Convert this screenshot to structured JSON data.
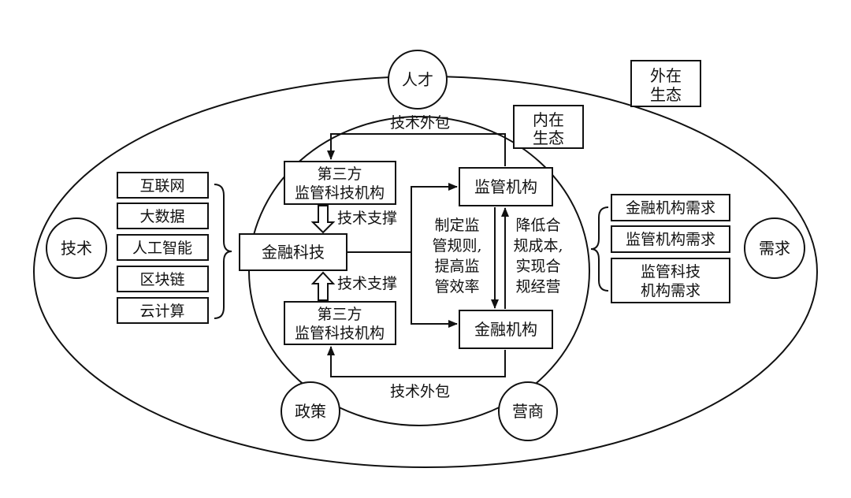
{
  "outer_ecosystem_label": [
    "外在",
    "生态"
  ],
  "inner_ecosystem_label": [
    "内在",
    "生态"
  ],
  "factors": {
    "talent": "人才",
    "technology": "技术",
    "demand": "需求",
    "policy": "政策",
    "business": "营商"
  },
  "tech_items": [
    "互联网",
    "大数据",
    "人工智能",
    "区块链",
    "云计算"
  ],
  "demand_items": [
    "金融机构需求",
    "监管机构需求",
    [
      "监管科技",
      "机构需求"
    ]
  ],
  "center": "金融科技",
  "third_party_top": [
    "第三方",
    "监管科技机构"
  ],
  "third_party_bottom": [
    "第三方",
    "监管科技机构"
  ],
  "regulator": "监管机构",
  "financial_institution": "金融机构",
  "tech_support_top": "技术支撑",
  "tech_support_bottom": "技术支撑",
  "outsourcing_top": "技术外包",
  "outsourcing_bottom": "技术外包",
  "regulator_to_fi_text": [
    "制定监",
    "管规则,",
    "提高监",
    "管效率"
  ],
  "fi_to_regulator_text": [
    "降低合",
    "规成本,",
    "实现合",
    "规经营"
  ]
}
